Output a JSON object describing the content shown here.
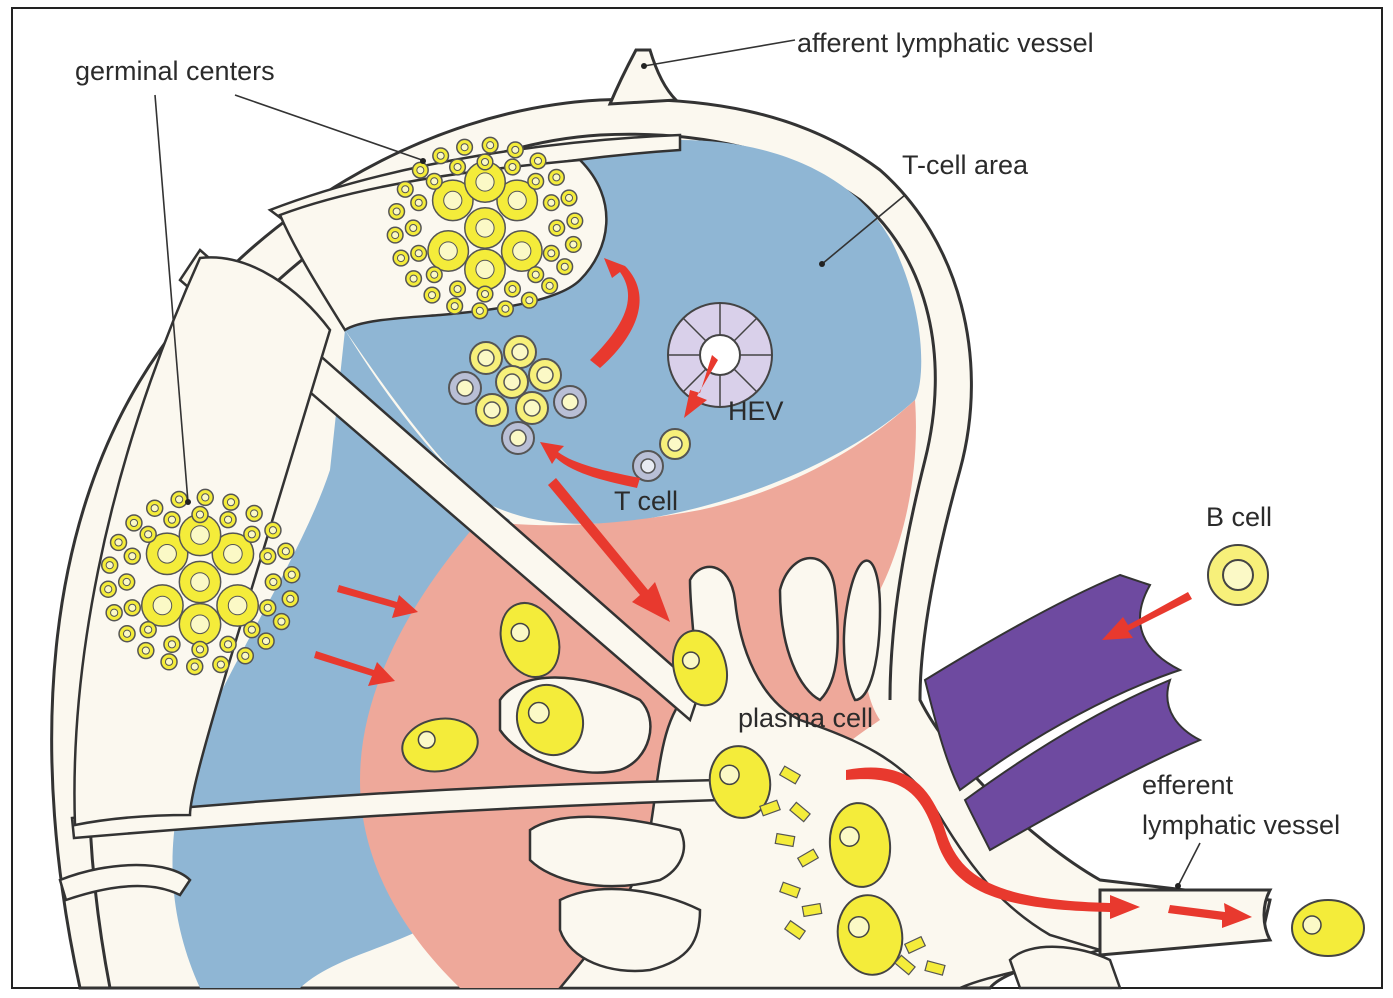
{
  "diagram": {
    "labels": {
      "germinal_centers": "germinal centers",
      "afferent": "afferent lymphatic vessel",
      "t_cell_area": "T-cell area",
      "hev": "HEV",
      "t_cell": "T cell",
      "b_cell": "B cell",
      "plasma_cell": "plasma cell",
      "efferent_line1": "efferent",
      "efferent_line2": "lymphatic vessel"
    },
    "colors": {
      "t_cell_area": "#8fb6d4",
      "medulla": "#eea89a",
      "background": "#fbf8ef",
      "cell_yellow": "#f4ec3a",
      "arrow": "#e8392e",
      "blood_vessel": "#6e4aa0",
      "hev": "#d9d0ea",
      "t_cell": "#b9bfd6"
    }
  }
}
